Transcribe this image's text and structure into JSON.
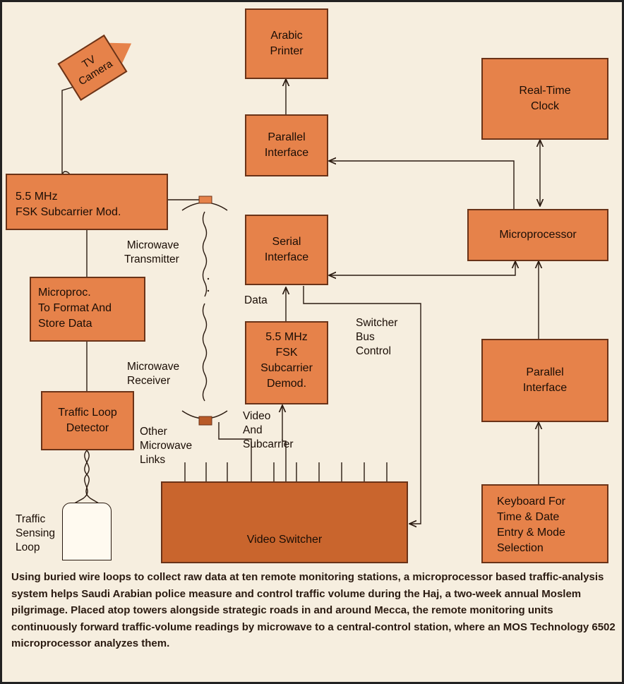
{
  "boxes": {
    "tv_camera": "TV\nCamera",
    "fsk_mod": "5.5 MHz\nFSK Subcarrier Mod.",
    "microproc_format": "Microproc.\nTo Format And\nStore Data",
    "traffic_loop_detector": "Traffic Loop\nDetector",
    "traffic_sensing_loop": "Traffic\nSensing\nLoop",
    "arabic_printer": "Arabic\nPrinter",
    "parallel_interface_top": "Parallel\nInterface",
    "serial_interface": "Serial\nInterface",
    "fsk_demod": "5.5 MHz\nFSK\nSubcarrier\nDemod.",
    "video_switcher": "Video Switcher",
    "real_time_clock": "Real-Time\nClock",
    "microprocessor": "Microprocessor",
    "parallel_interface_right": "Parallel\nInterface",
    "keyboard": "Keyboard For\nTime & Date\nEntry & Mode\nSelection"
  },
  "labels": {
    "microwave_transmitter": "Microwave\nTransmitter",
    "microwave_receiver": "Microwave\nReceiver",
    "other_microwave_links": "Other\nMicrowave\nLinks",
    "data": "Data",
    "video_and_subcarrier": "Video\nAnd\nSubcarrier",
    "switcher_bus_control": "Switcher\nBus\nControl"
  },
  "caption": "Using buried wire loops to collect raw data at ten remote monitoring stations, a microprocessor based traffic-analysis system helps Saudi Arabian police measure and control traffic volume during the Haj, a two-week annual Moslem pilgrimage. Placed atop towers alongside strategic roads in and around Mecca, the remote monitoring units continuously forward traffic-volume readings by microwave to a central-control station, where an MOS Technology 6502 microprocessor analyzes them.",
  "colors": {
    "background": "#f6eedf",
    "box": "#e6824a",
    "box_dark": "#c9652d",
    "line": "#2a1a10"
  }
}
